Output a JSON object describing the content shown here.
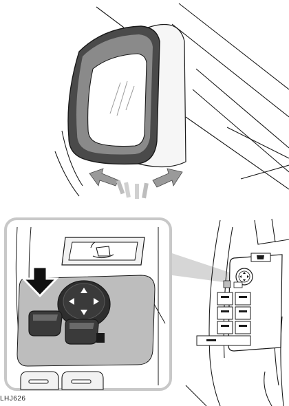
{
  "figure": {
    "reference_code": "LHJ626",
    "panels": [
      {
        "name": "exterior-mirror-fold",
        "shows": [
          "mirror",
          "fold-arrows"
        ]
      },
      {
        "name": "mirror-control-detail",
        "shows": [
          "fold-button",
          "joystick",
          "selector"
        ]
      },
      {
        "name": "door-switch-pack-overview",
        "shows": [
          "window-switches",
          "mirror-controls"
        ]
      }
    ]
  },
  "colors": {
    "line": "#1a1a1a",
    "light_fill": "#f2f2f2",
    "mid_fill": "#bdbdbd",
    "dark_fill": "#3a3a3a",
    "callout_border": "#c8c8c8"
  },
  "icons": {
    "fold_button": "mirror-fold-icon",
    "press_arrow": "down-arrow-icon",
    "joystick": "four-way-arrow-icon"
  }
}
